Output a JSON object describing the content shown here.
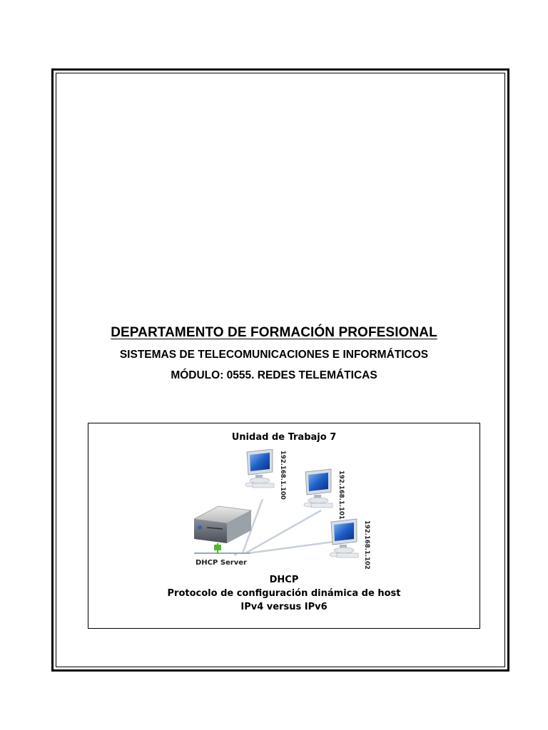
{
  "header": {
    "department": "DEPARTAMENTO DE FORMACIÓN PROFESIONAL",
    "program": "SISTEMAS DE TELECOMUNICACIONES E INFORMÁTICOS",
    "module": "MÓDULO:  0555. REDES TELEMÁTICAS"
  },
  "cover_box": {
    "unit": "Unidad de Trabajo 7",
    "server_label": "DHCP Server",
    "hosts": [
      {
        "ip": "192.168.1.100"
      },
      {
        "ip": "192.168.1.101"
      },
      {
        "ip": "192.168.1.102"
      }
    ],
    "caption_line1": "DHCP",
    "caption_line2": "Protocolo de configuración dinámica de host",
    "caption_line3": "IPv4 versus IPv6"
  }
}
